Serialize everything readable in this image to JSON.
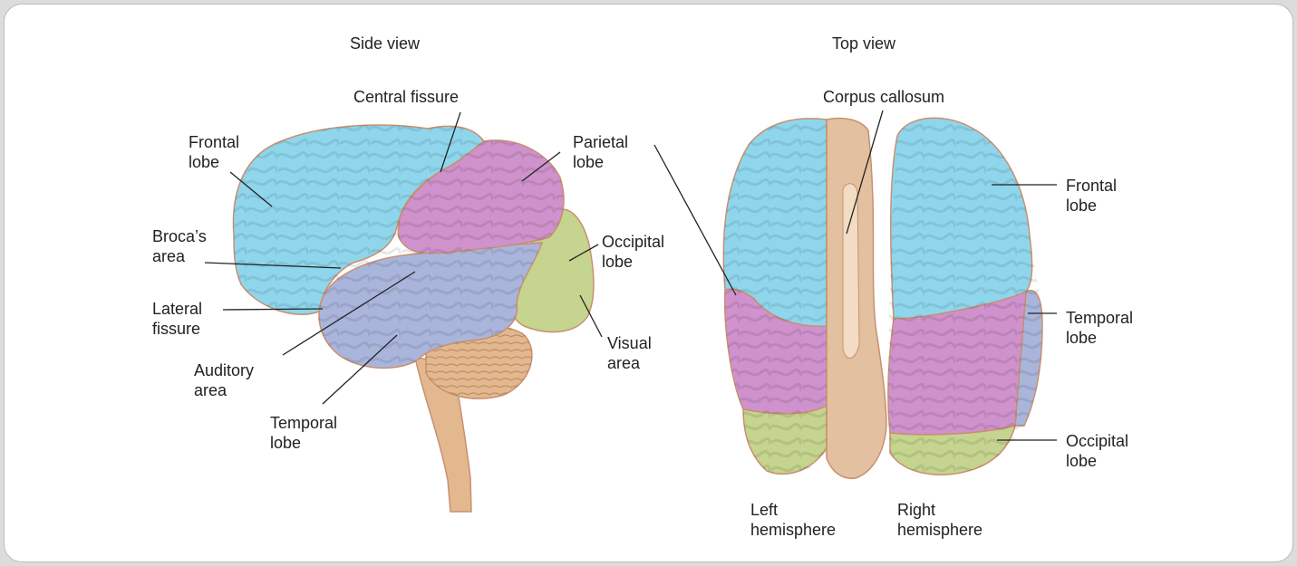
{
  "colors": {
    "frontal": "#8fd6ec",
    "parietal": "#cf92cc",
    "temporal": "#aab5dc",
    "occipital": "#c5d48e",
    "stem": "#e3b88f",
    "callosum": "#e2c0a0",
    "outline": "#c89070",
    "leader": "#222222",
    "panel_bg": "#ffffff",
    "frame": "#dcdcdc"
  },
  "side_view": {
    "title": "Side view",
    "labels": {
      "central_fissure": "Central fissure",
      "frontal_lobe_l1": "Frontal",
      "frontal_lobe_l2": "lobe",
      "parietal_lobe_l1": "Parietal",
      "parietal_lobe_l2": "lobe",
      "brocas_area_l1": "Broca’s",
      "brocas_area_l2": "area",
      "occipital_lobe_l1": "Occipital",
      "occipital_lobe_l2": "lobe",
      "lateral_fissure_l1": "Lateral",
      "lateral_fissure_l2": "fissure",
      "visual_area_l1": "Visual",
      "visual_area_l2": "area",
      "auditory_area_l1": "Auditory",
      "auditory_area_l2": "area",
      "temporal_lobe_l1": "Temporal",
      "temporal_lobe_l2": "lobe"
    }
  },
  "top_view": {
    "title": "Top view",
    "labels": {
      "corpus_callosum": "Corpus callosum",
      "frontal_lobe_l1": "Frontal",
      "frontal_lobe_l2": "lobe",
      "temporal_lobe_l1": "Temporal",
      "temporal_lobe_l2": "lobe",
      "occipital_lobe_l1": "Occipital",
      "occipital_lobe_l2": "lobe",
      "left_hemisphere_l1": "Left",
      "left_hemisphere_l2": "hemisphere",
      "right_hemisphere_l1": "Right",
      "right_hemisphere_l2": "hemisphere"
    }
  }
}
